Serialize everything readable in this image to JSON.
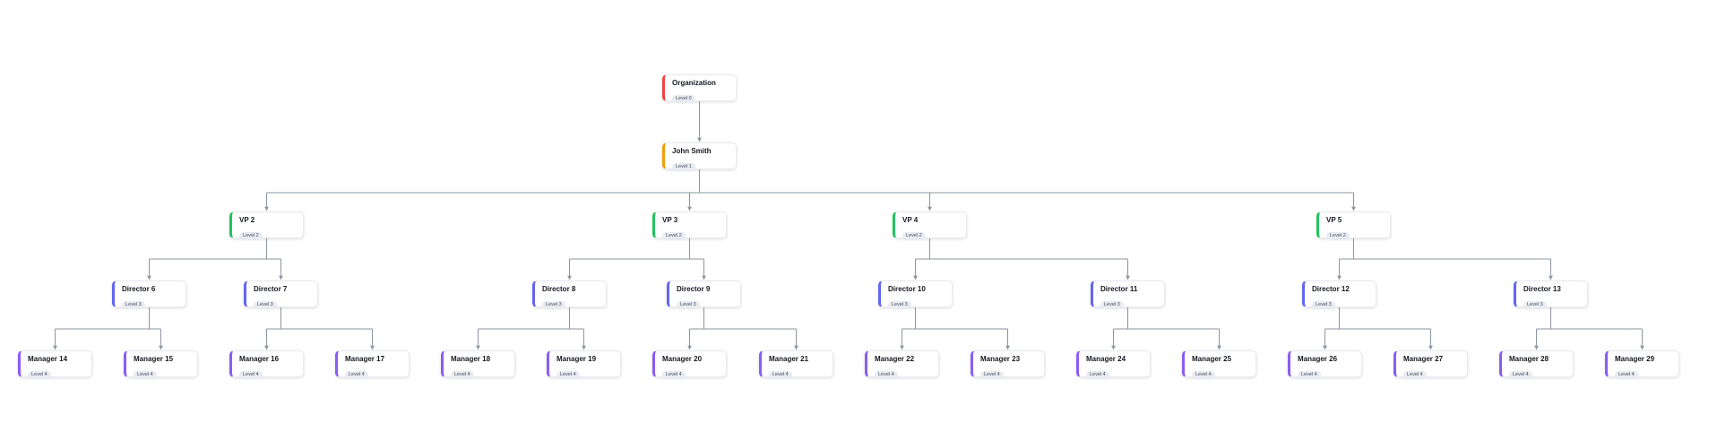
{
  "chart_title": "",
  "palette": [
    "#ef4444",
    "#f59e0b",
    "#22c55e",
    "#6366f1",
    "#8b5cf6"
  ],
  "connector_color": "#8e959e",
  "nodes": [
    {
      "label": "Organization",
      "badge": "Level 0",
      "level": 0
    },
    {
      "label": "John Smith",
      "badge": "Level 1",
      "level": 1
    },
    {
      "label": "VP 2",
      "badge": "Level 2",
      "level": 2
    },
    {
      "label": "VP 3",
      "badge": "Level 2",
      "level": 2
    },
    {
      "label": "VP 4",
      "badge": "Level 2",
      "level": 2
    },
    {
      "label": "VP 5",
      "badge": "Level 2",
      "level": 2
    },
    {
      "label": "Director 6",
      "badge": "Level 3",
      "level": 3
    },
    {
      "label": "Director 7",
      "badge": "Level 3",
      "level": 3
    },
    {
      "label": "Director 8",
      "badge": "Level 3",
      "level": 3
    },
    {
      "label": "Director 9",
      "badge": "Level 3",
      "level": 3
    },
    {
      "label": "Director 10",
      "badge": "Level 3",
      "level": 3
    },
    {
      "label": "Director 11",
      "badge": "Level 3",
      "level": 3
    },
    {
      "label": "Director 12",
      "badge": "Level 3",
      "level": 3
    },
    {
      "label": "Director 13",
      "badge": "Level 3",
      "level": 3
    },
    {
      "label": "Manager 14",
      "badge": "Level 4",
      "level": 4
    },
    {
      "label": "Manager 15",
      "badge": "Level 4",
      "level": 4
    },
    {
      "label": "Manager 16",
      "badge": "Level 4",
      "level": 4
    },
    {
      "label": "Manager 17",
      "badge": "Level 4",
      "level": 4
    },
    {
      "label": "Manager 18",
      "badge": "Level 4",
      "level": 4
    },
    {
      "label": "Manager 19",
      "badge": "Level 4",
      "level": 4
    },
    {
      "label": "Manager 20",
      "badge": "Level 4",
      "level": 4
    },
    {
      "label": "Manager 21",
      "badge": "Level 4",
      "level": 4
    },
    {
      "label": "Manager 22",
      "badge": "Level 4",
      "level": 4
    },
    {
      "label": "Manager 23",
      "badge": "Level 4",
      "level": 4
    },
    {
      "label": "Manager 24",
      "badge": "Level 4",
      "level": 4
    },
    {
      "label": "Manager 25",
      "badge": "Level 4",
      "level": 4
    },
    {
      "label": "Manager 26",
      "badge": "Level 4",
      "level": 4
    },
    {
      "label": "Manager 27",
      "badge": "Level 4",
      "level": 4
    },
    {
      "label": "Manager 28",
      "badge": "Level 4",
      "level": 4
    },
    {
      "label": "Manager 29",
      "badge": "Level 4",
      "level": 4
    }
  ],
  "edges": [
    {
      "parent": "Organization",
      "children": [
        "John Smith"
      ]
    },
    {
      "parent": "John Smith",
      "children": [
        "VP 2",
        "VP 3",
        "VP 4",
        "VP 5"
      ]
    },
    {
      "parent": "VP 2",
      "children": [
        "Director 6",
        "Director 7"
      ]
    },
    {
      "parent": "VP 3",
      "children": [
        "Director 8",
        "Director 9"
      ]
    },
    {
      "parent": "VP 4",
      "children": [
        "Director 10",
        "Director 11"
      ]
    },
    {
      "parent": "VP 5",
      "children": [
        "Director 12",
        "Director 13"
      ]
    },
    {
      "parent": "Director 6",
      "children": [
        "Manager 14",
        "Manager 15"
      ]
    },
    {
      "parent": "Director 7",
      "children": [
        "Manager 16",
        "Manager 17"
      ]
    },
    {
      "parent": "Director 8",
      "children": [
        "Manager 18",
        "Manager 19"
      ]
    },
    {
      "parent": "Director 9",
      "children": [
        "Manager 20",
        "Manager 21"
      ]
    },
    {
      "parent": "Director 10",
      "children": [
        "Manager 22",
        "Manager 23"
      ]
    },
    {
      "parent": "Director 11",
      "children": [
        "Manager 24",
        "Manager 25"
      ]
    },
    {
      "parent": "Director 12",
      "children": [
        "Manager 26",
        "Manager 27"
      ]
    },
    {
      "parent": "Director 13",
      "children": [
        "Manager 28",
        "Manager 29"
      ]
    }
  ]
}
